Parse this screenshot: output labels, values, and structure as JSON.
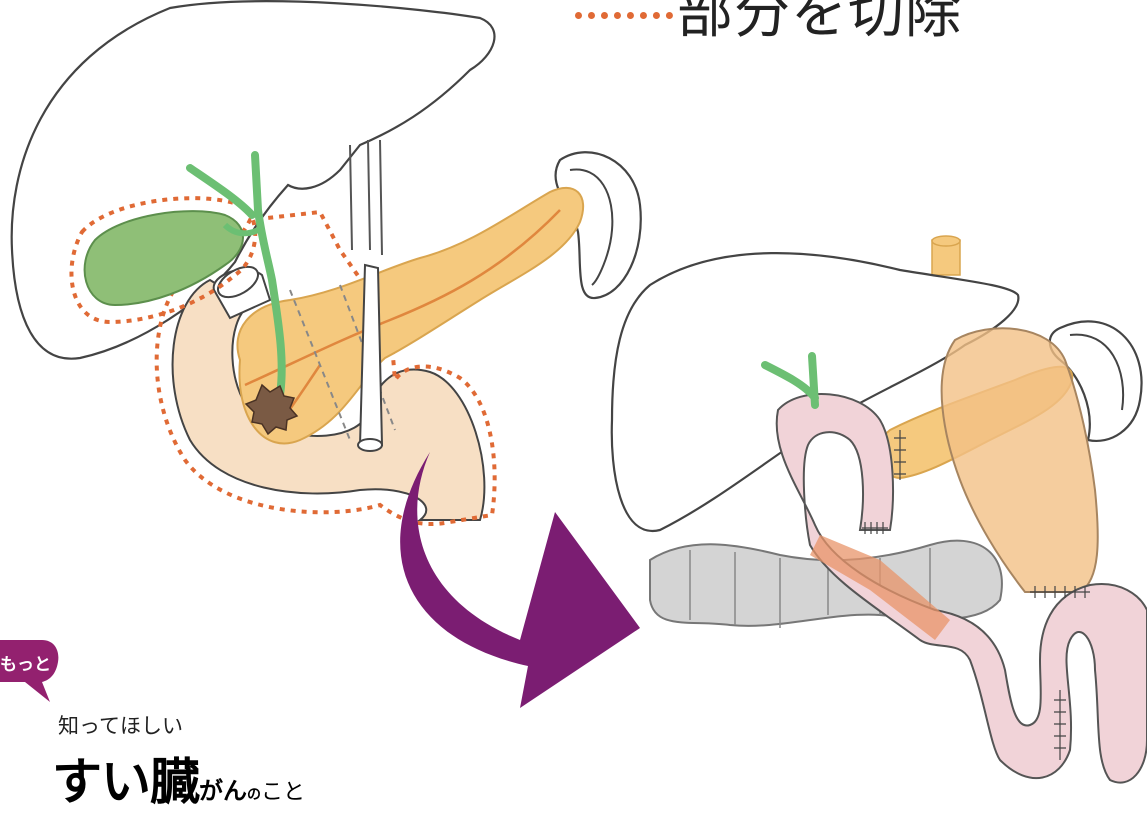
{
  "legend": {
    "label": "部分を切除"
  },
  "brand": {
    "bubble": "もっと",
    "subtitle": "知ってほしい",
    "title_main": "すい臓",
    "title_gan": "がん",
    "title_no": "の",
    "title_koto": "こと"
  },
  "colors": {
    "resection_line": "#e06a35",
    "arrow": "#7b1d72",
    "pancreas": "#f5c97e",
    "bile_duct": "#6cbf73",
    "intestine": "#f1d3d8",
    "colon": "#d4d4d4"
  }
}
